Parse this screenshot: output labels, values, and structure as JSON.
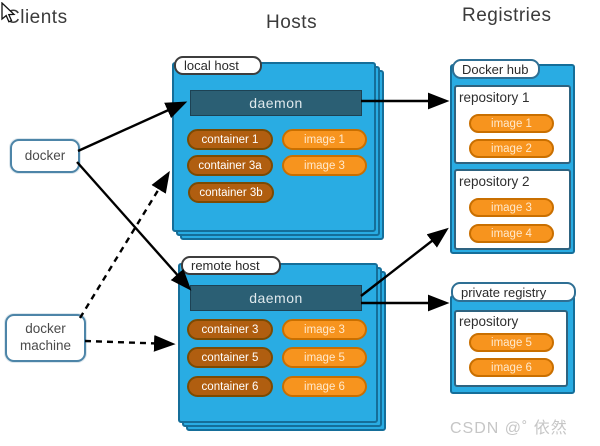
{
  "headers": {
    "clients": "Clients",
    "hosts": "Hosts",
    "registries": "Registries"
  },
  "clients": {
    "docker": {
      "label": "docker"
    },
    "docker_machine": {
      "label": "docker machine"
    }
  },
  "hosts": {
    "local": {
      "label": "local host",
      "daemon": "daemon",
      "containers": [
        "container 1",
        "container 3a",
        "container 3b"
      ],
      "images": [
        "image 1",
        "image 3"
      ]
    },
    "remote": {
      "label": "remote host",
      "daemon": "daemon",
      "containers": [
        "container 3",
        "container 5",
        "container 6"
      ],
      "images": [
        "image 3",
        "image 5",
        "image 6"
      ]
    }
  },
  "registries": {
    "docker_hub": {
      "label": "Docker hub",
      "repositories": [
        {
          "name": "repository 1",
          "images": [
            "image 1",
            "image 2"
          ]
        },
        {
          "name": "repository 2",
          "images": [
            "image 3",
            "image 4"
          ]
        }
      ]
    },
    "private_registry": {
      "label": "private registry",
      "repositories": [
        {
          "name": "repository",
          "images": [
            "image 5",
            "image 6"
          ]
        }
      ]
    }
  },
  "watermark": "CSDN @˚ 依然",
  "colors": {
    "host_fill": "#29ace3",
    "host_border": "#156e99",
    "daemon_fill": "#2b5f74",
    "container_fill": "#b05e10",
    "container_border": "#7c4a02",
    "image_fill": "#f7941e",
    "image_border": "#c96f00",
    "arrow": "#000000"
  }
}
